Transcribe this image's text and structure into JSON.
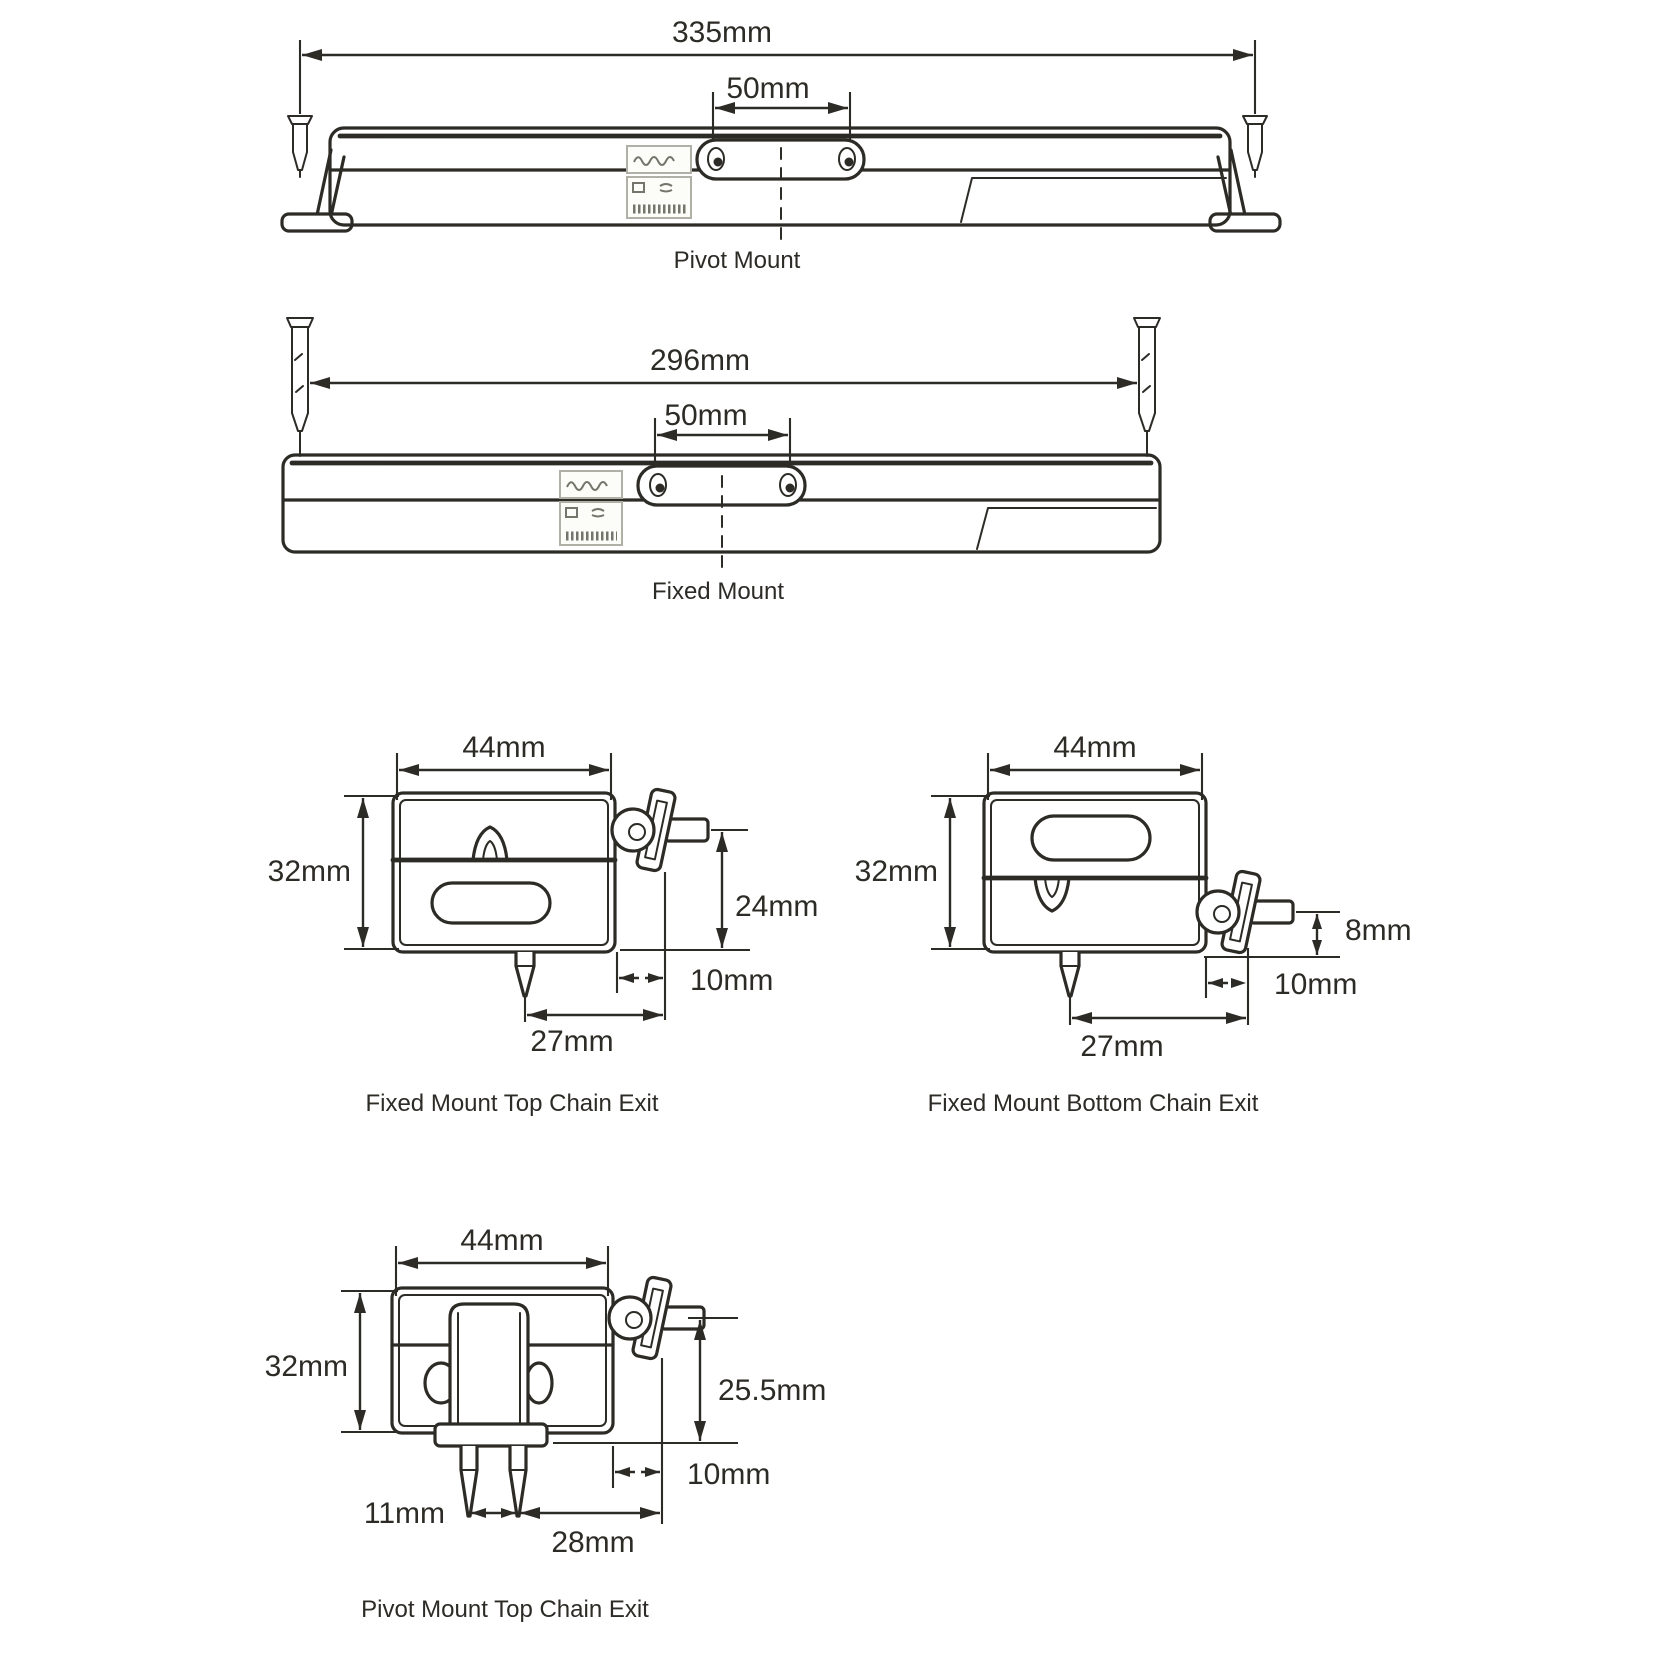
{
  "style": {
    "ink": "#2d2b26",
    "background": "#ffffff"
  },
  "diagrams": [
    {
      "id": "pivot-mount-side",
      "caption": "Pivot Mount",
      "overall_width": "335mm",
      "bracket_hole_spacing": "50mm"
    },
    {
      "id": "fixed-mount-side",
      "caption": "Fixed Mount",
      "overall_width": "296mm",
      "bracket_hole_spacing": "50mm"
    },
    {
      "id": "fixed-mount-top-chain-exit",
      "caption": "Fixed Mount Top Chain Exit",
      "body_width": "44mm",
      "body_height": "32mm",
      "stud_to_base": "24mm",
      "edge_offset": "10mm",
      "pin_offset": "27mm"
    },
    {
      "id": "fixed-mount-bottom-chain-exit",
      "caption": "Fixed Mount Bottom Chain Exit",
      "body_width": "44mm",
      "body_height": "32mm",
      "stud_to_base": "8mm",
      "edge_offset": "10mm",
      "pin_offset": "27mm"
    },
    {
      "id": "pivot-mount-top-chain-exit",
      "caption": "Pivot Mount Top Chain Exit",
      "body_width": "44mm",
      "body_height": "32mm",
      "stud_to_base": "25.5mm",
      "edge_offset": "10mm",
      "pin_spacing": "11mm",
      "pin_offset": "28mm"
    }
  ]
}
